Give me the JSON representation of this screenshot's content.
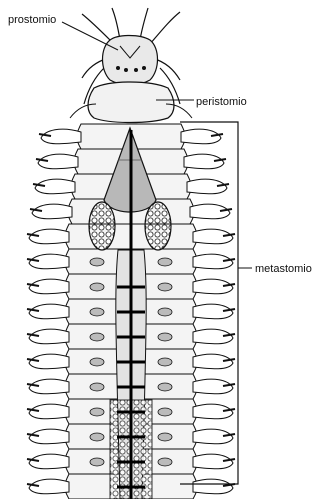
{
  "labels": {
    "prostomio": "prostomio",
    "peristomio": "peristomio",
    "metastomio": "metastomio"
  },
  "colors": {
    "ink": "#111111",
    "paper": "#ffffff",
    "shade": "#b5b5b5",
    "light_shade": "#dedede"
  }
}
